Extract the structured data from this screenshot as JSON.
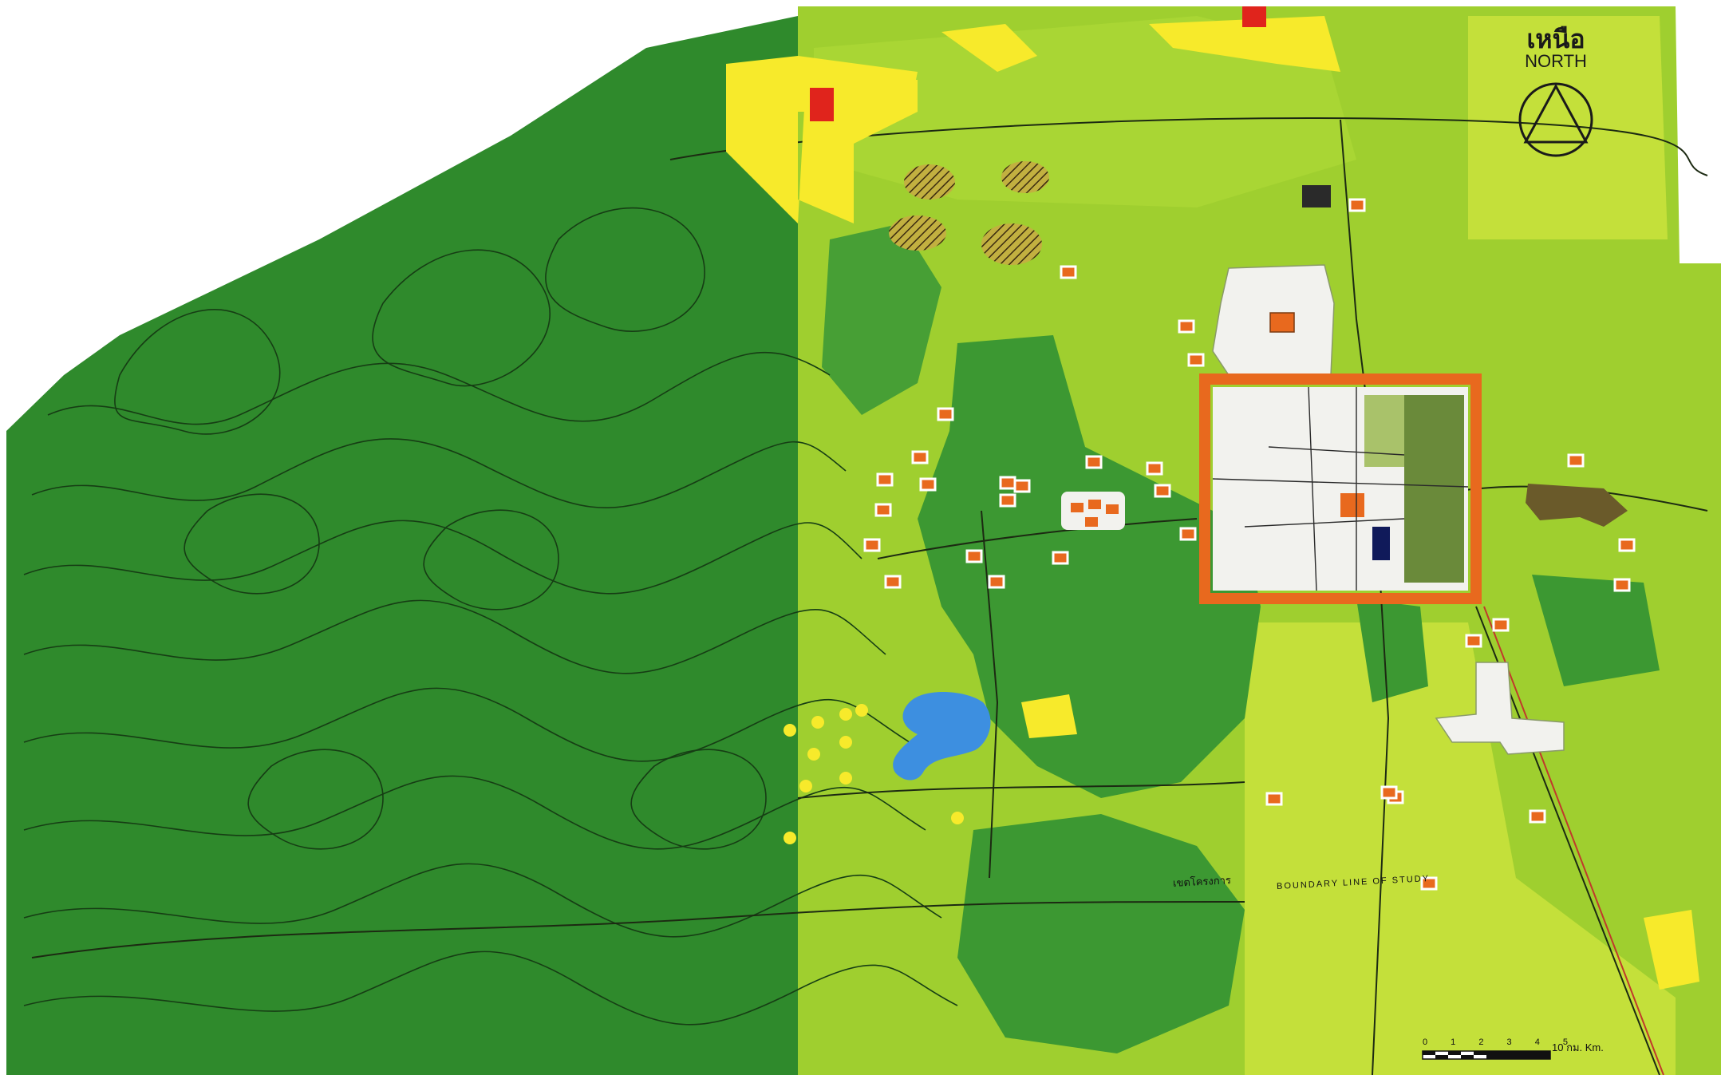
{
  "map": {
    "north_label_thai": "เหนือ",
    "north_label_en": "NORTH",
    "scale_ticks": "0 1 2 3 4 5",
    "scale_label": "10 กม. Km.",
    "boundary_label_thai": "เขตโครงการ",
    "boundary_label_en": "BOUNDARY LINE OF STUDY",
    "colors": {
      "forest_dark": "#2f8a2c",
      "forest_mid": "#3f9e32",
      "agriculture": "#9fcf2f",
      "agriculture_light": "#c4e03a",
      "urban": "#f2f2ee",
      "city_wall": "#e8691e",
      "water": "#3d8fe0",
      "residential_yellow": "#f7ea2b",
      "commercial_red": "#e0241c",
      "hatched_brown": "#8a6a2a",
      "dark_plot": "#2a2a2a"
    }
  }
}
